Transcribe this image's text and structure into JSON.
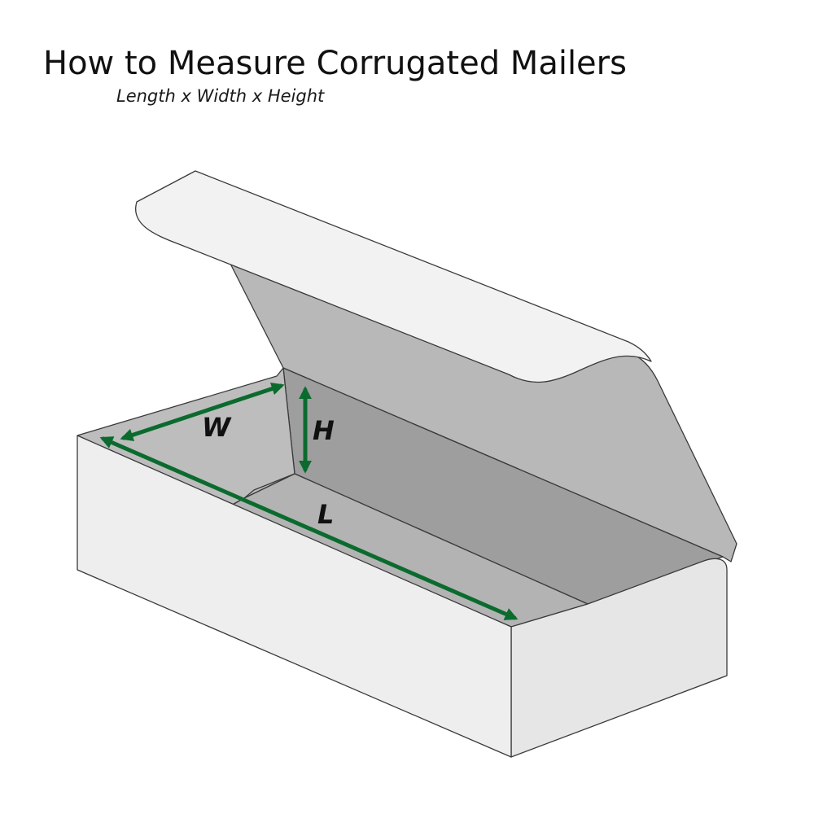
{
  "header": {
    "title": "How to Measure Corrugated Mailers",
    "subtitle": "Length x Width x Height"
  },
  "dimensions": {
    "width_label": "W",
    "height_label": "H",
    "length_label": "L"
  },
  "colors": {
    "arrow": "#0b6b2e",
    "outline": "#3a3a3a",
    "box_white": "#f2f2f2",
    "box_front": "#eeeeee",
    "box_end": "#e6e6e6",
    "interior_light": "#bdbdbd",
    "interior_mid": "#b3b3b3",
    "interior_dark": "#9e9e9e",
    "lid_inside": "#b8b8b8"
  }
}
